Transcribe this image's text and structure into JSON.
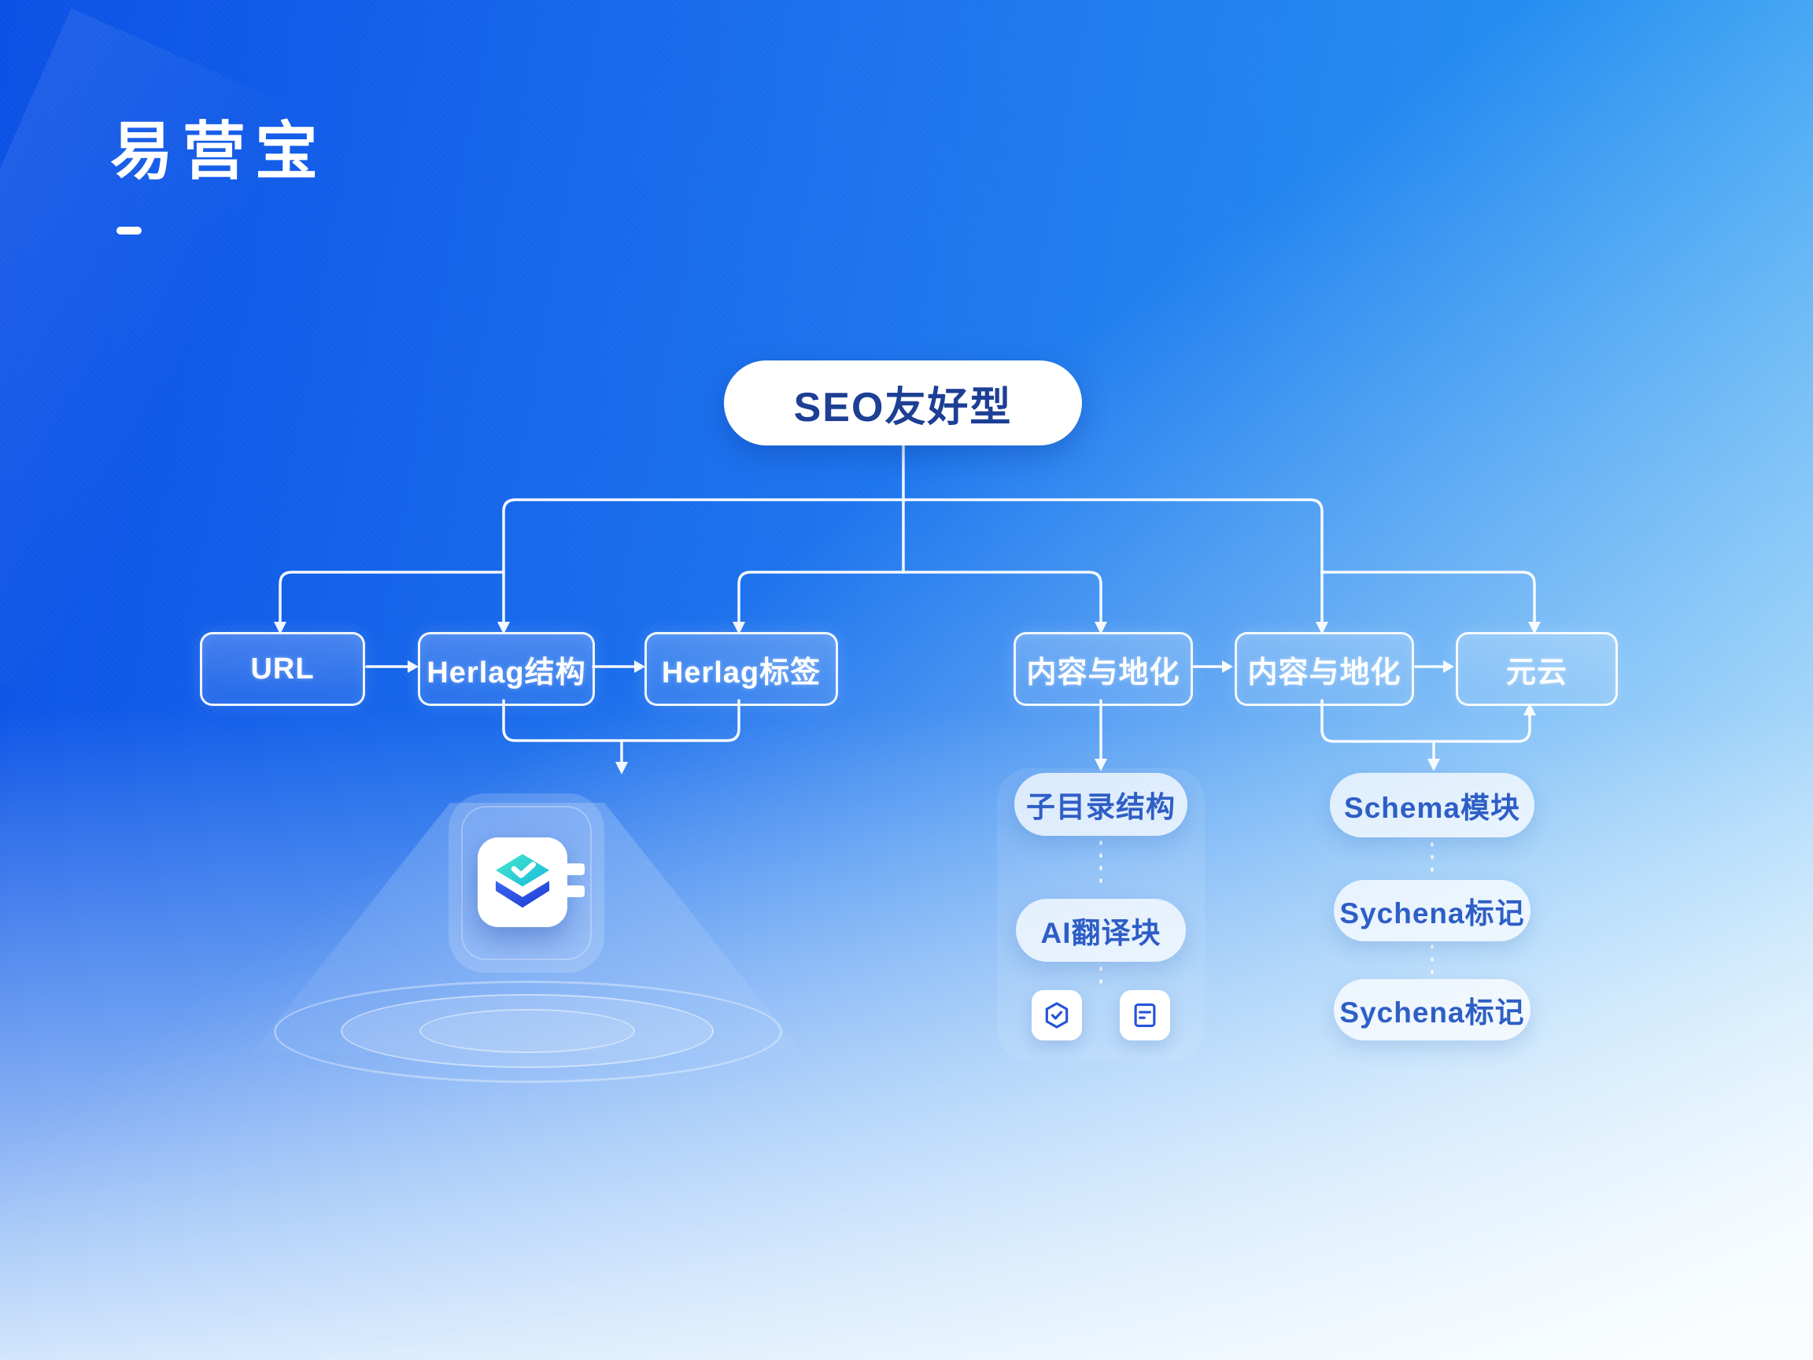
{
  "title": {
    "text": "易营宝"
  },
  "root": {
    "label": "SEO友好型"
  },
  "level1": [
    {
      "label": "URL"
    },
    {
      "label": "Herlag结构"
    },
    {
      "label": "Herlag标签"
    },
    {
      "label": "内容与地化"
    },
    {
      "label": "内容与地化"
    },
    {
      "label": "元云"
    }
  ],
  "content_branch": {
    "items": [
      {
        "label": "子目录结构"
      },
      {
        "label": "AI翻译块"
      }
    ],
    "icons": [
      {
        "name": "hexagon-check-icon"
      },
      {
        "name": "document-icon"
      }
    ]
  },
  "schema_branch": {
    "items": [
      {
        "label": "Schema模块"
      },
      {
        "label": "Sychena标记"
      },
      {
        "label": "Sychena标记"
      }
    ]
  },
  "logo": {
    "name": "layers-app-logo"
  },
  "edges": [
    {
      "from": "SEO友好型",
      "to": "URL",
      "style": "solid-arrow"
    },
    {
      "from": "SEO友好型",
      "to": "Herlag结构",
      "style": "solid-arrow"
    },
    {
      "from": "SEO友好型",
      "to": "Herlag标签",
      "style": "solid-arrow"
    },
    {
      "from": "SEO友好型",
      "to": "内容与地化-1",
      "style": "solid-arrow"
    },
    {
      "from": "SEO友好型",
      "to": "内容与地化-2",
      "style": "solid-arrow"
    },
    {
      "from": "SEO友好型",
      "to": "元云",
      "style": "solid-arrow"
    },
    {
      "from": "URL",
      "to": "Herlag结构",
      "style": "horizontal-arrow"
    },
    {
      "from": "Herlag结构",
      "to": "Herlag标签",
      "style": "horizontal-arrow"
    },
    {
      "from": "内容与地化-1",
      "to": "内容与地化-2",
      "style": "horizontal-arrow"
    },
    {
      "from": "内容与地化-2",
      "to": "元云",
      "style": "horizontal-arrow"
    },
    {
      "from": "Herlag结构 + Herlag标签",
      "to": "app-logo",
      "style": "merge-down-arrow"
    },
    {
      "from": "内容与地化-1",
      "to": "子目录结构",
      "style": "solid-arrow"
    },
    {
      "from": "内容与地化-2",
      "to": "Schema模块",
      "style": "solid-arrow"
    },
    {
      "from": "内容与地化-2",
      "to": "元云",
      "style": "up-arrow"
    },
    {
      "from": "子目录结构",
      "to": "AI翻译块",
      "style": "dashed"
    },
    {
      "from": "AI翻译块",
      "to": "icon-chips",
      "style": "dashed"
    },
    {
      "from": "Schema模块",
      "to": "Sychena标记-1",
      "style": "dashed"
    },
    {
      "from": "Sychena标记-1",
      "to": "Sychena标记-2",
      "style": "dashed"
    }
  ],
  "colors": {
    "bg_top_left": "#0b50e6",
    "bg_top_right": "#2aa2f3",
    "bg_bottom": "#eafaff",
    "root_text": "#1d3f94",
    "pill_text": "#2e5ec6",
    "line": "#ffffff",
    "logo_teal": "#2fd6cd",
    "logo_blue": "#2449dd"
  }
}
